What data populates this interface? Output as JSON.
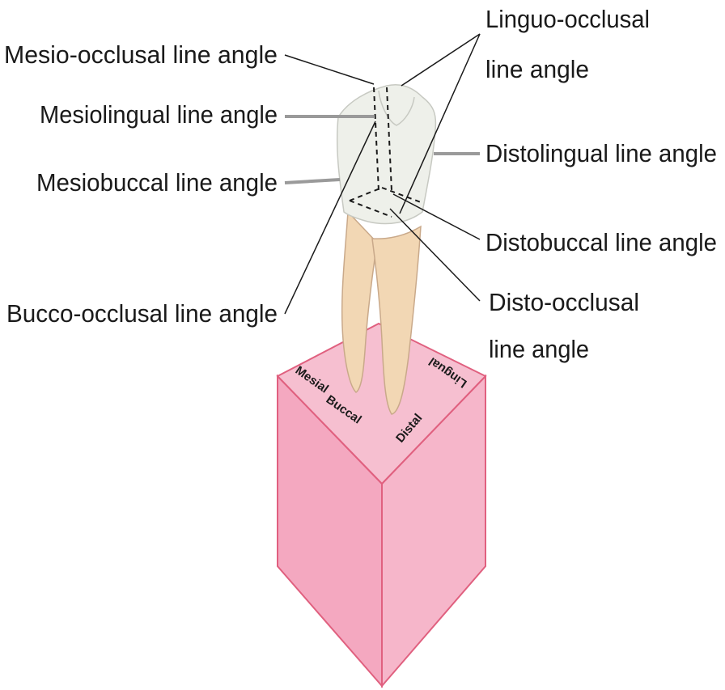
{
  "labels": {
    "mesio_occlusal": "Mesio-occlusal line angle",
    "mesiolingual": "Mesiolingual line angle",
    "mesiobuccal": "Mesiobuccal line angle",
    "bucco_occlusal": "Bucco-occlusal line angle",
    "linguo_occlusal_1": "Linguo-occlusal",
    "linguo_occlusal_2": "line angle",
    "distolingual": "Distolingual line angle",
    "distobuccal": "Distobuccal line angle",
    "disto_occlusal_1": "Disto-occlusal",
    "disto_occlusal_2": "line angle"
  },
  "faces": {
    "mesial": "Mesial",
    "lingual": "Lingual",
    "buccal": "Buccal",
    "distal": "Distal"
  },
  "colors": {
    "block_top": "#f6bfd0",
    "block_left": "#f4a8c0",
    "block_right": "#f6b6ca",
    "block_edge": "#e0607f",
    "tooth_crown": "#eef0ea",
    "tooth_root": "#f2d7b4",
    "leader_black": "#1a1a1a",
    "leader_gray": "#9a9a9a"
  }
}
